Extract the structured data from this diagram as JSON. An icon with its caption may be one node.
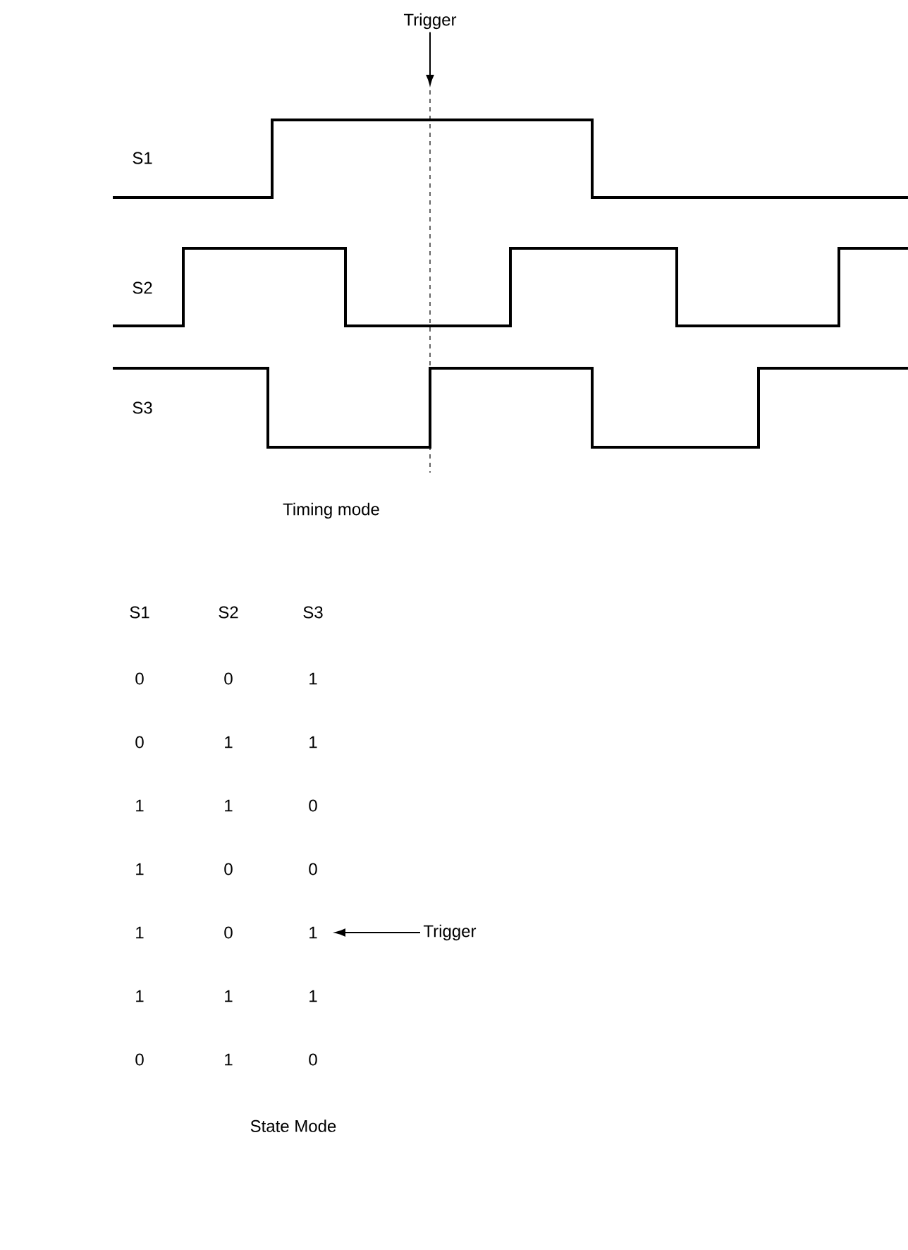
{
  "diagram": {
    "nodes": [
      {
        "text": [
          "Trigger"
        ]
      },
      {
        "text": [
          "Trigger"
        ]
      }
    ],
    "edges": [
      {
        "from": 0,
        "to": null,
        "arrow": "to"
      },
      {
        "from": 1,
        "to": null,
        "arrow": "to"
      }
    ],
    "labels": [
      "S1",
      "S2",
      "S3",
      "Timing mode",
      "S1",
      "S2",
      "S3",
      "0",
      "0",
      "1",
      "0",
      "1",
      "1",
      "1",
      "1",
      "0",
      "1",
      "0",
      "0",
      "1",
      "0",
      "1",
      "1",
      "1",
      "1",
      "0",
      "1",
      "0",
      "State  Mode"
    ]
  }
}
